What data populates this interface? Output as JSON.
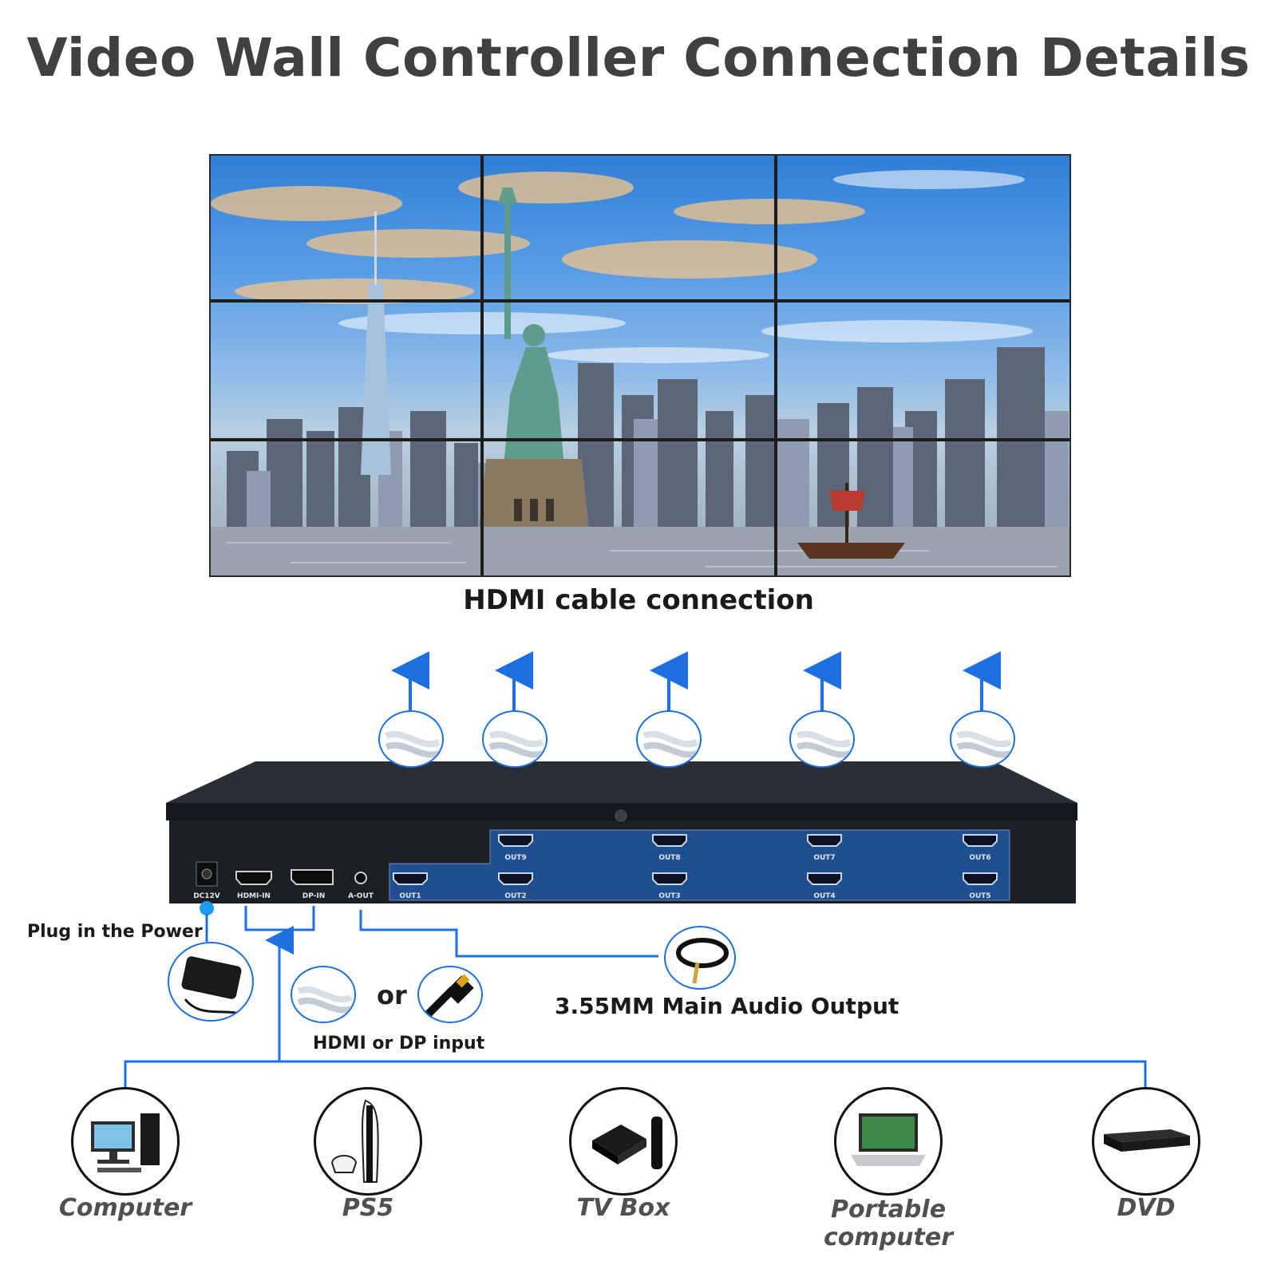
{
  "title": "Video Wall Controller Connection Details",
  "wall_caption": "HDMI cable connection",
  "power_label": "Plug in the Power",
  "input_label": "HDMI or DP input",
  "or_text": "or",
  "audio_label": "3.55MM Main Audio Output",
  "rear_ports": {
    "dc": "DC12V",
    "hdmi_in": "HDMI-IN",
    "dp_in": "DP-IN",
    "a_out": "A-OUT"
  },
  "outputs_top": [
    "OUT9",
    "OUT8",
    "OUT7",
    "OUT6"
  ],
  "outputs_bottom": [
    "OUT1",
    "OUT2",
    "OUT3",
    "OUT4",
    "OUT5"
  ],
  "devices": [
    {
      "label": "Computer",
      "icon": "computer-icon"
    },
    {
      "label": "PS5",
      "icon": "ps5-icon"
    },
    {
      "label": "TV Box",
      "icon": "tv-box-icon"
    },
    {
      "label": "Portable computer",
      "icon": "laptop-icon"
    },
    {
      "label": "DVD",
      "icon": "dvd-player-icon"
    }
  ],
  "colors": {
    "title": "#404040",
    "connector_line": "#1e6fe0",
    "panel_blue": "#1f4f8f",
    "chassis": "#1c1f24"
  }
}
